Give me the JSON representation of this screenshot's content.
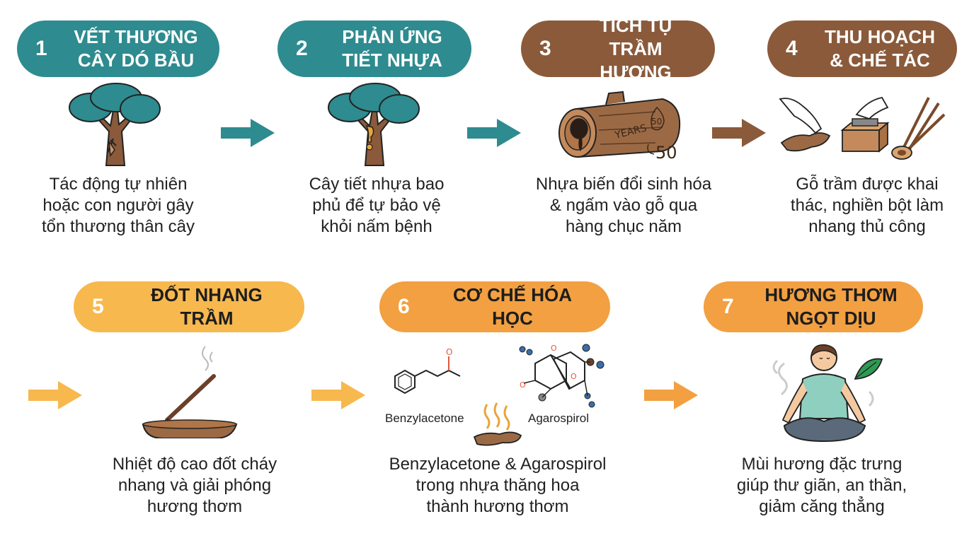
{
  "steps": [
    {
      "num": "1",
      "title_lines": [
        "VẾT THƯƠNG",
        "CÂY DÓ BẦU"
      ],
      "desc_lines": [
        "Tác động tự nhiên",
        "hoặc con người gây",
        "tổn thương thân cây"
      ]
    },
    {
      "num": "2",
      "title_lines": [
        "PHẢN ỨNG",
        "TIẾT NHỰA"
      ],
      "desc_lines": [
        "Cây tiết nhựa bao",
        "phủ để tự bảo vệ",
        "khỏi nấm bệnh"
      ]
    },
    {
      "num": "3",
      "title_lines": [
        "TÍCH TỤ",
        "TRẦM HƯƠNG"
      ],
      "desc_lines": [
        "Nhựa biến đổi sinh hóa",
        "& ngấm vào gỗ qua",
        "hàng chục năm"
      ],
      "art_texts": {
        "years": "YEARS",
        "fifty_ring": "50",
        "fifty": "50"
      }
    },
    {
      "num": "4",
      "title_lines": [
        "THU HOẠCH",
        "& CHẾ TÁC"
      ],
      "desc_lines": [
        "Gỗ trầm được khai",
        "thác, nghiền bột làm",
        "nhang thủ công"
      ]
    },
    {
      "num": "5",
      "title_lines": [
        "ĐỐT NHANG TRẦM"
      ],
      "desc_lines": [
        "Nhiệt độ cao đốt cháy",
        "nhang và giải phóng",
        "hương thơm"
      ]
    },
    {
      "num": "6",
      "title_lines": [
        "CƠ CHẾ HÓA HỌC"
      ],
      "desc_lines": [
        "Benzylacetone & Agarospirol",
        "trong nhựa thăng hoa",
        "thành hương thơm"
      ],
      "molecules": [
        "Benzylacetone",
        "Agarospirol"
      ]
    },
    {
      "num": "7",
      "title_lines": [
        "HƯƠNG THƠM",
        "NGỌT DỊU"
      ],
      "desc_lines": [
        "Mùi hương đặc trưng",
        "giúp thư giãn, an thần,",
        "giảm căng thẳng"
      ]
    }
  ],
  "colors": {
    "teal": "#2e8b8f",
    "brown": "#8a5a3b",
    "yellow": "#f7b84e",
    "orange": "#f2a041"
  },
  "icons": [
    "tree-wound-icon",
    "tree-resin-icon",
    "agarwood-log-icon",
    "carving-tools-icon",
    "incense-stick-icon",
    "molecule-icon",
    "meditation-person-icon",
    "arrow-right-icon"
  ]
}
